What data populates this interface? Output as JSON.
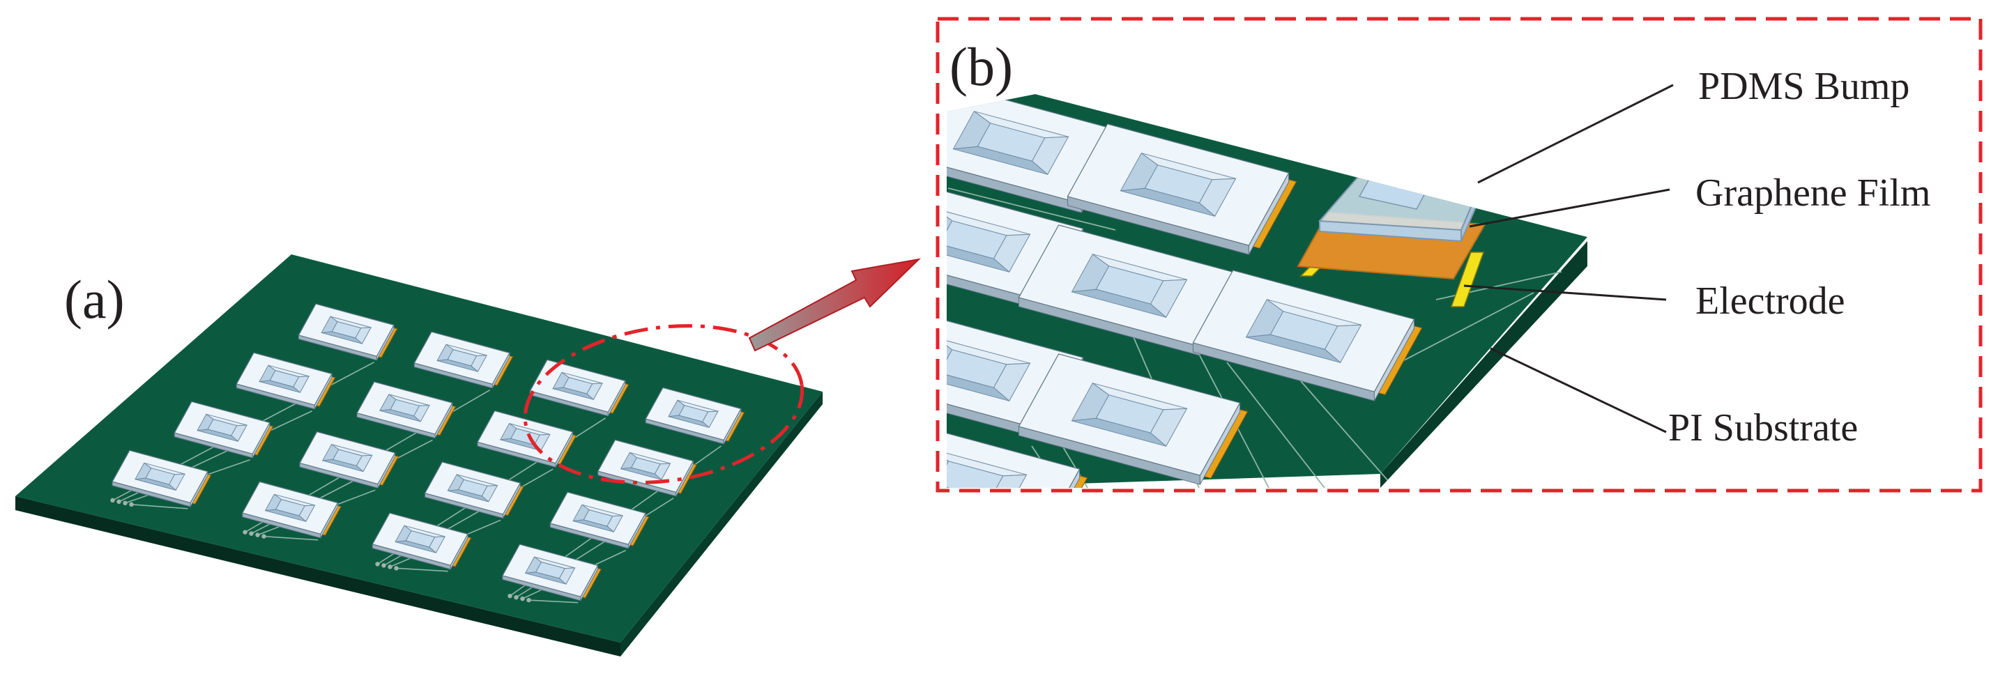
{
  "panels": {
    "a": {
      "label": "(a)"
    },
    "b": {
      "label": "(b)"
    }
  },
  "callouts": {
    "pdms_bump": "PDMS Bump",
    "graphene_film": "Graphene Film",
    "electrode": "Electrode",
    "pi_substrate": "PI Substrate"
  },
  "sensor_array": {
    "rows": 4,
    "columns": 4
  },
  "colors": {
    "substrate_top": "#0b5a40",
    "substrate_side": "#073c2a",
    "sensor_base": "#eef5fb",
    "bump": "#c9dff0",
    "electrode_pad": "#e8a21a",
    "electrode_highlight": "#f3e21b",
    "graphene": "#de8d28",
    "pdms_transparent": "#d3e4f1",
    "trace": "#8fb3a5",
    "highlight_red": "#e4232a",
    "text": "#231f20"
  }
}
